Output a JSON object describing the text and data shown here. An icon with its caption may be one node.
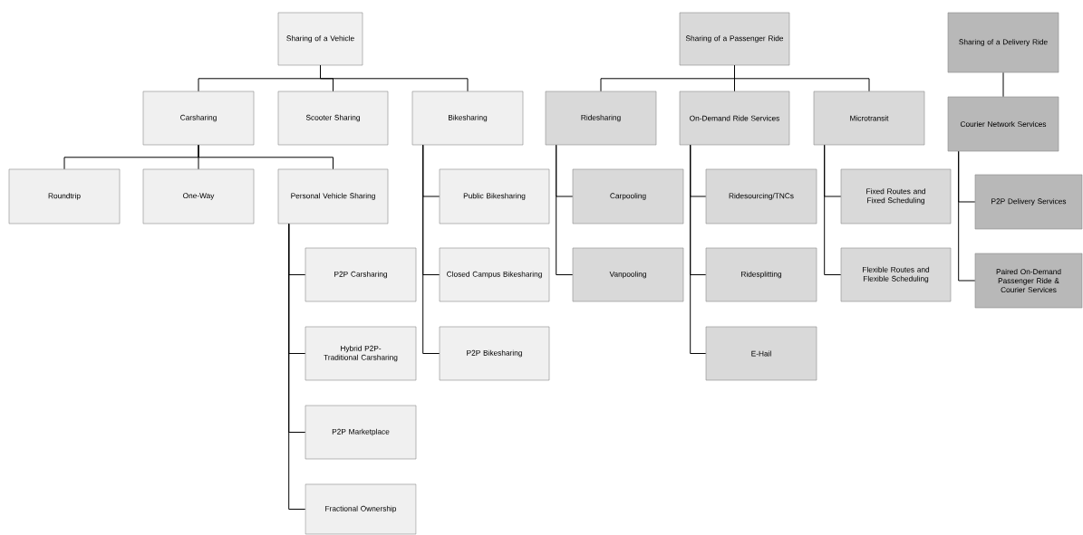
{
  "diagram": {
    "nodes": [
      {
        "text": [
          "Sharing of a Vehicle"
        ]
      },
      {
        "text": [
          "Carsharing"
        ]
      },
      {
        "text": [
          "Scooter Sharing"
        ]
      },
      {
        "text": [
          "Bikesharing"
        ]
      },
      {
        "text": [
          "Roundtrip"
        ]
      },
      {
        "text": [
          "One-Way"
        ]
      },
      {
        "text": [
          "Personal Vehicle Sharing"
        ]
      },
      {
        "text": [
          "P2P Carsharing"
        ]
      },
      {
        "text": [
          "Hybrid P2P-Traditional Carsharing"
        ]
      },
      {
        "text": [
          "P2P Marketplace"
        ]
      },
      {
        "text": [
          "Fractional Ownership"
        ]
      },
      {
        "text": [
          "Public Bikesharing"
        ]
      },
      {
        "text": [
          "Closed Campus Bikesharing"
        ]
      },
      {
        "text": [
          "P2P Bikesharing"
        ]
      },
      {
        "text": [
          "Sharing of a Passenger Ride"
        ]
      },
      {
        "text": [
          "Ridesharing"
        ]
      },
      {
        "text": [
          "On-Demand Ride Services"
        ]
      },
      {
        "text": [
          "Microtransit"
        ]
      },
      {
        "text": [
          "Carpooling"
        ]
      },
      {
        "text": [
          "Vanpooling"
        ]
      },
      {
        "text": [
          "Ridesourcing/TNCs"
        ]
      },
      {
        "text": [
          "Ridesplitting"
        ]
      },
      {
        "text": [
          "E-Hail"
        ]
      },
      {
        "text": [
          "Fixed Routes and Fixed Scheduling"
        ]
      },
      {
        "text": [
          "Flexible Routes and Flexible Scheduling"
        ]
      },
      {
        "text": [
          "Sharing of a Delivery Ride"
        ]
      },
      {
        "text": [
          "Courier Network Services"
        ]
      },
      {
        "text": [
          "P2P Delivery Services"
        ]
      },
      {
        "text": [
          "Paired On-Demand Passenger Ride & Courier Services"
        ]
      }
    ],
    "edges": [
      {
        "from": 0,
        "to": 1,
        "arrow": "none"
      },
      {
        "from": 0,
        "to": 2,
        "arrow": "none"
      },
      {
        "from": 0,
        "to": 3,
        "arrow": "none"
      },
      {
        "from": 1,
        "to": 4,
        "arrow": "none"
      },
      {
        "from": 1,
        "to": 5,
        "arrow": "none"
      },
      {
        "from": 1,
        "to": 6,
        "arrow": "none"
      },
      {
        "from": 6,
        "to": 7,
        "arrow": "none"
      },
      {
        "from": 6,
        "to": 8,
        "arrow": "none"
      },
      {
        "from": 6,
        "to": 9,
        "arrow": "none"
      },
      {
        "from": 6,
        "to": 10,
        "arrow": "none"
      },
      {
        "from": 3,
        "to": 11,
        "arrow": "none"
      },
      {
        "from": 3,
        "to": 12,
        "arrow": "none"
      },
      {
        "from": 3,
        "to": 13,
        "arrow": "none"
      },
      {
        "from": 14,
        "to": 15,
        "arrow": "none"
      },
      {
        "from": 14,
        "to": 16,
        "arrow": "none"
      },
      {
        "from": 14,
        "to": 17,
        "arrow": "none"
      },
      {
        "from": 15,
        "to": 18,
        "arrow": "none"
      },
      {
        "from": 15,
        "to": 19,
        "arrow": "none"
      },
      {
        "from": 16,
        "to": 20,
        "arrow": "none"
      },
      {
        "from": 16,
        "to": 21,
        "arrow": "none"
      },
      {
        "from": 16,
        "to": 22,
        "arrow": "none"
      },
      {
        "from": 17,
        "to": 23,
        "arrow": "none"
      },
      {
        "from": 17,
        "to": 24,
        "arrow": "none"
      },
      {
        "from": 25,
        "to": 26,
        "arrow": "none"
      },
      {
        "from": 26,
        "to": 27,
        "arrow": "none"
      },
      {
        "from": 26,
        "to": 28,
        "arrow": "none"
      }
    ]
  }
}
